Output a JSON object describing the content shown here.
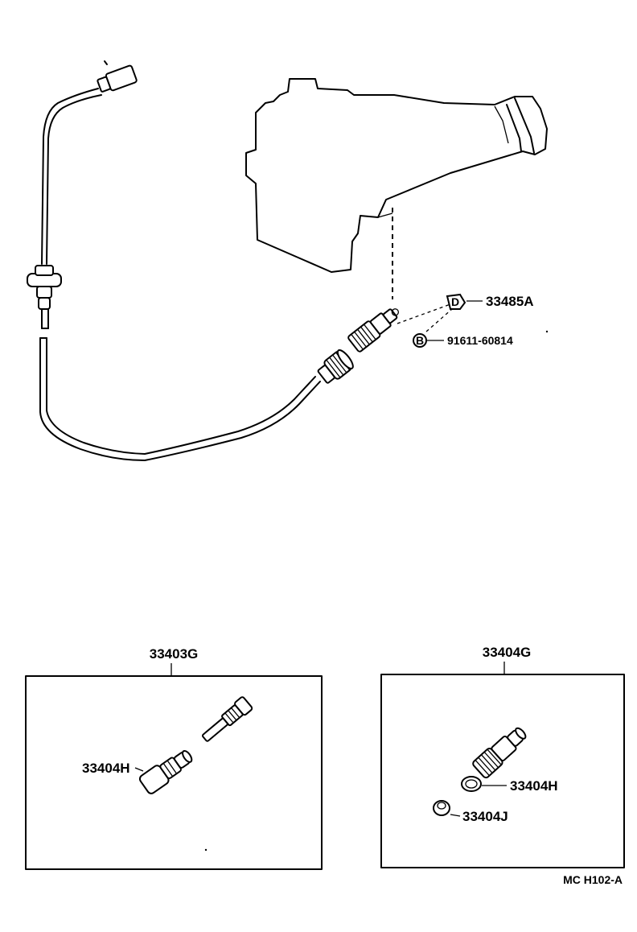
{
  "parts": {
    "bracket_part": "33485A",
    "bolt_part": "91611-60814",
    "bolt_marker": "B",
    "bracket_marker": "D"
  },
  "kit_left": {
    "number": "33403G",
    "gear_label": "33404H"
  },
  "kit_right": {
    "number": "33404G",
    "oring_label": "33404H",
    "cap_label": "33404J"
  },
  "figure_code": "MC H102-A"
}
